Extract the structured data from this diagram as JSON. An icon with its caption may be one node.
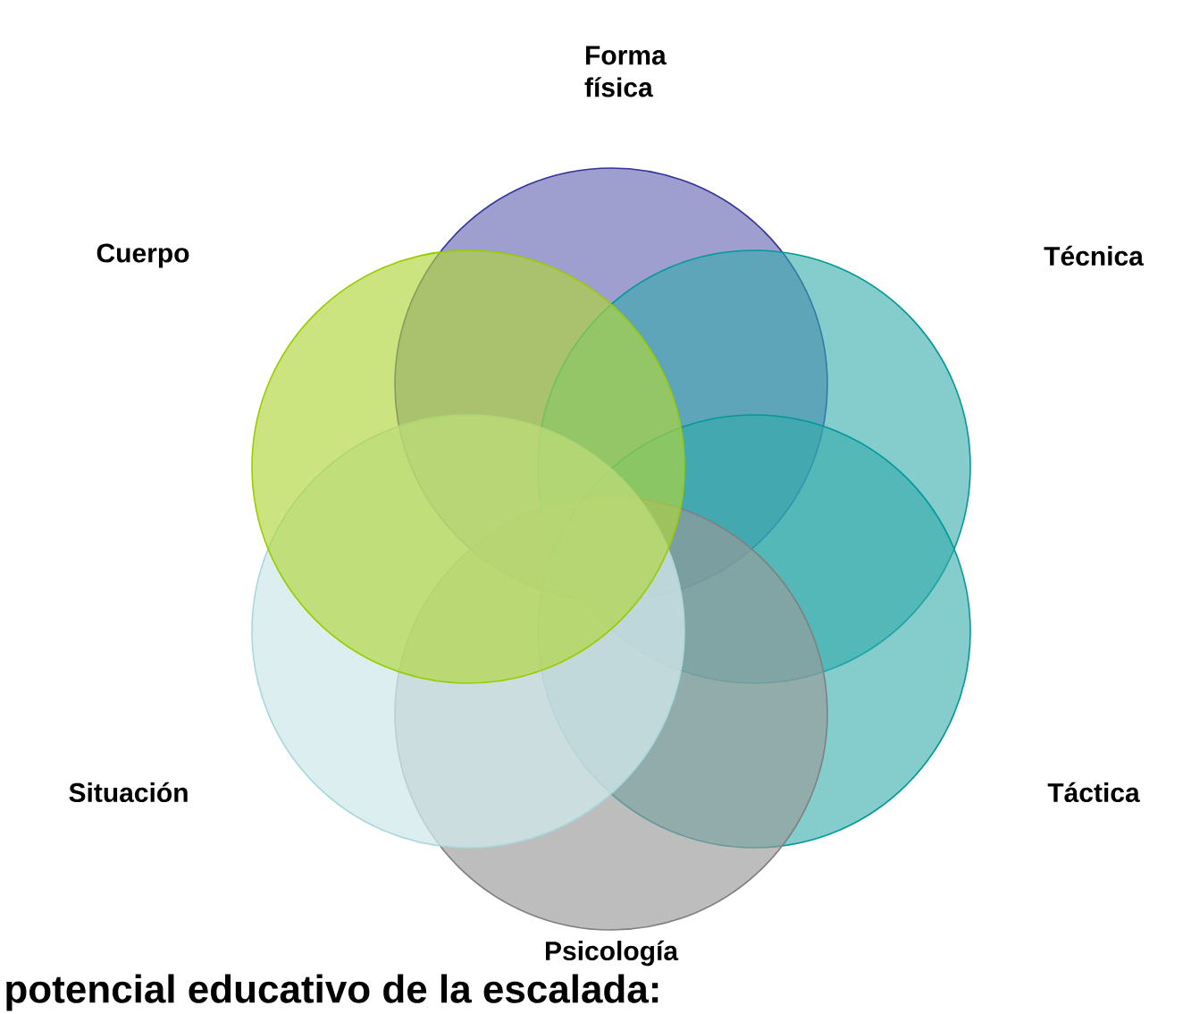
{
  "diagram": {
    "title": "potencial educativo de la escalada:",
    "nodes": [
      {
        "text": [
          "Forma física"
        ]
      },
      {
        "text": [
          "Técnica"
        ]
      },
      {
        "text": [
          "Táctica"
        ]
      },
      {
        "text": [
          "Psicología"
        ]
      },
      {
        "text": [
          "Situación"
        ]
      },
      {
        "text": [
          "Cuerpo"
        ]
      }
    ]
  }
}
